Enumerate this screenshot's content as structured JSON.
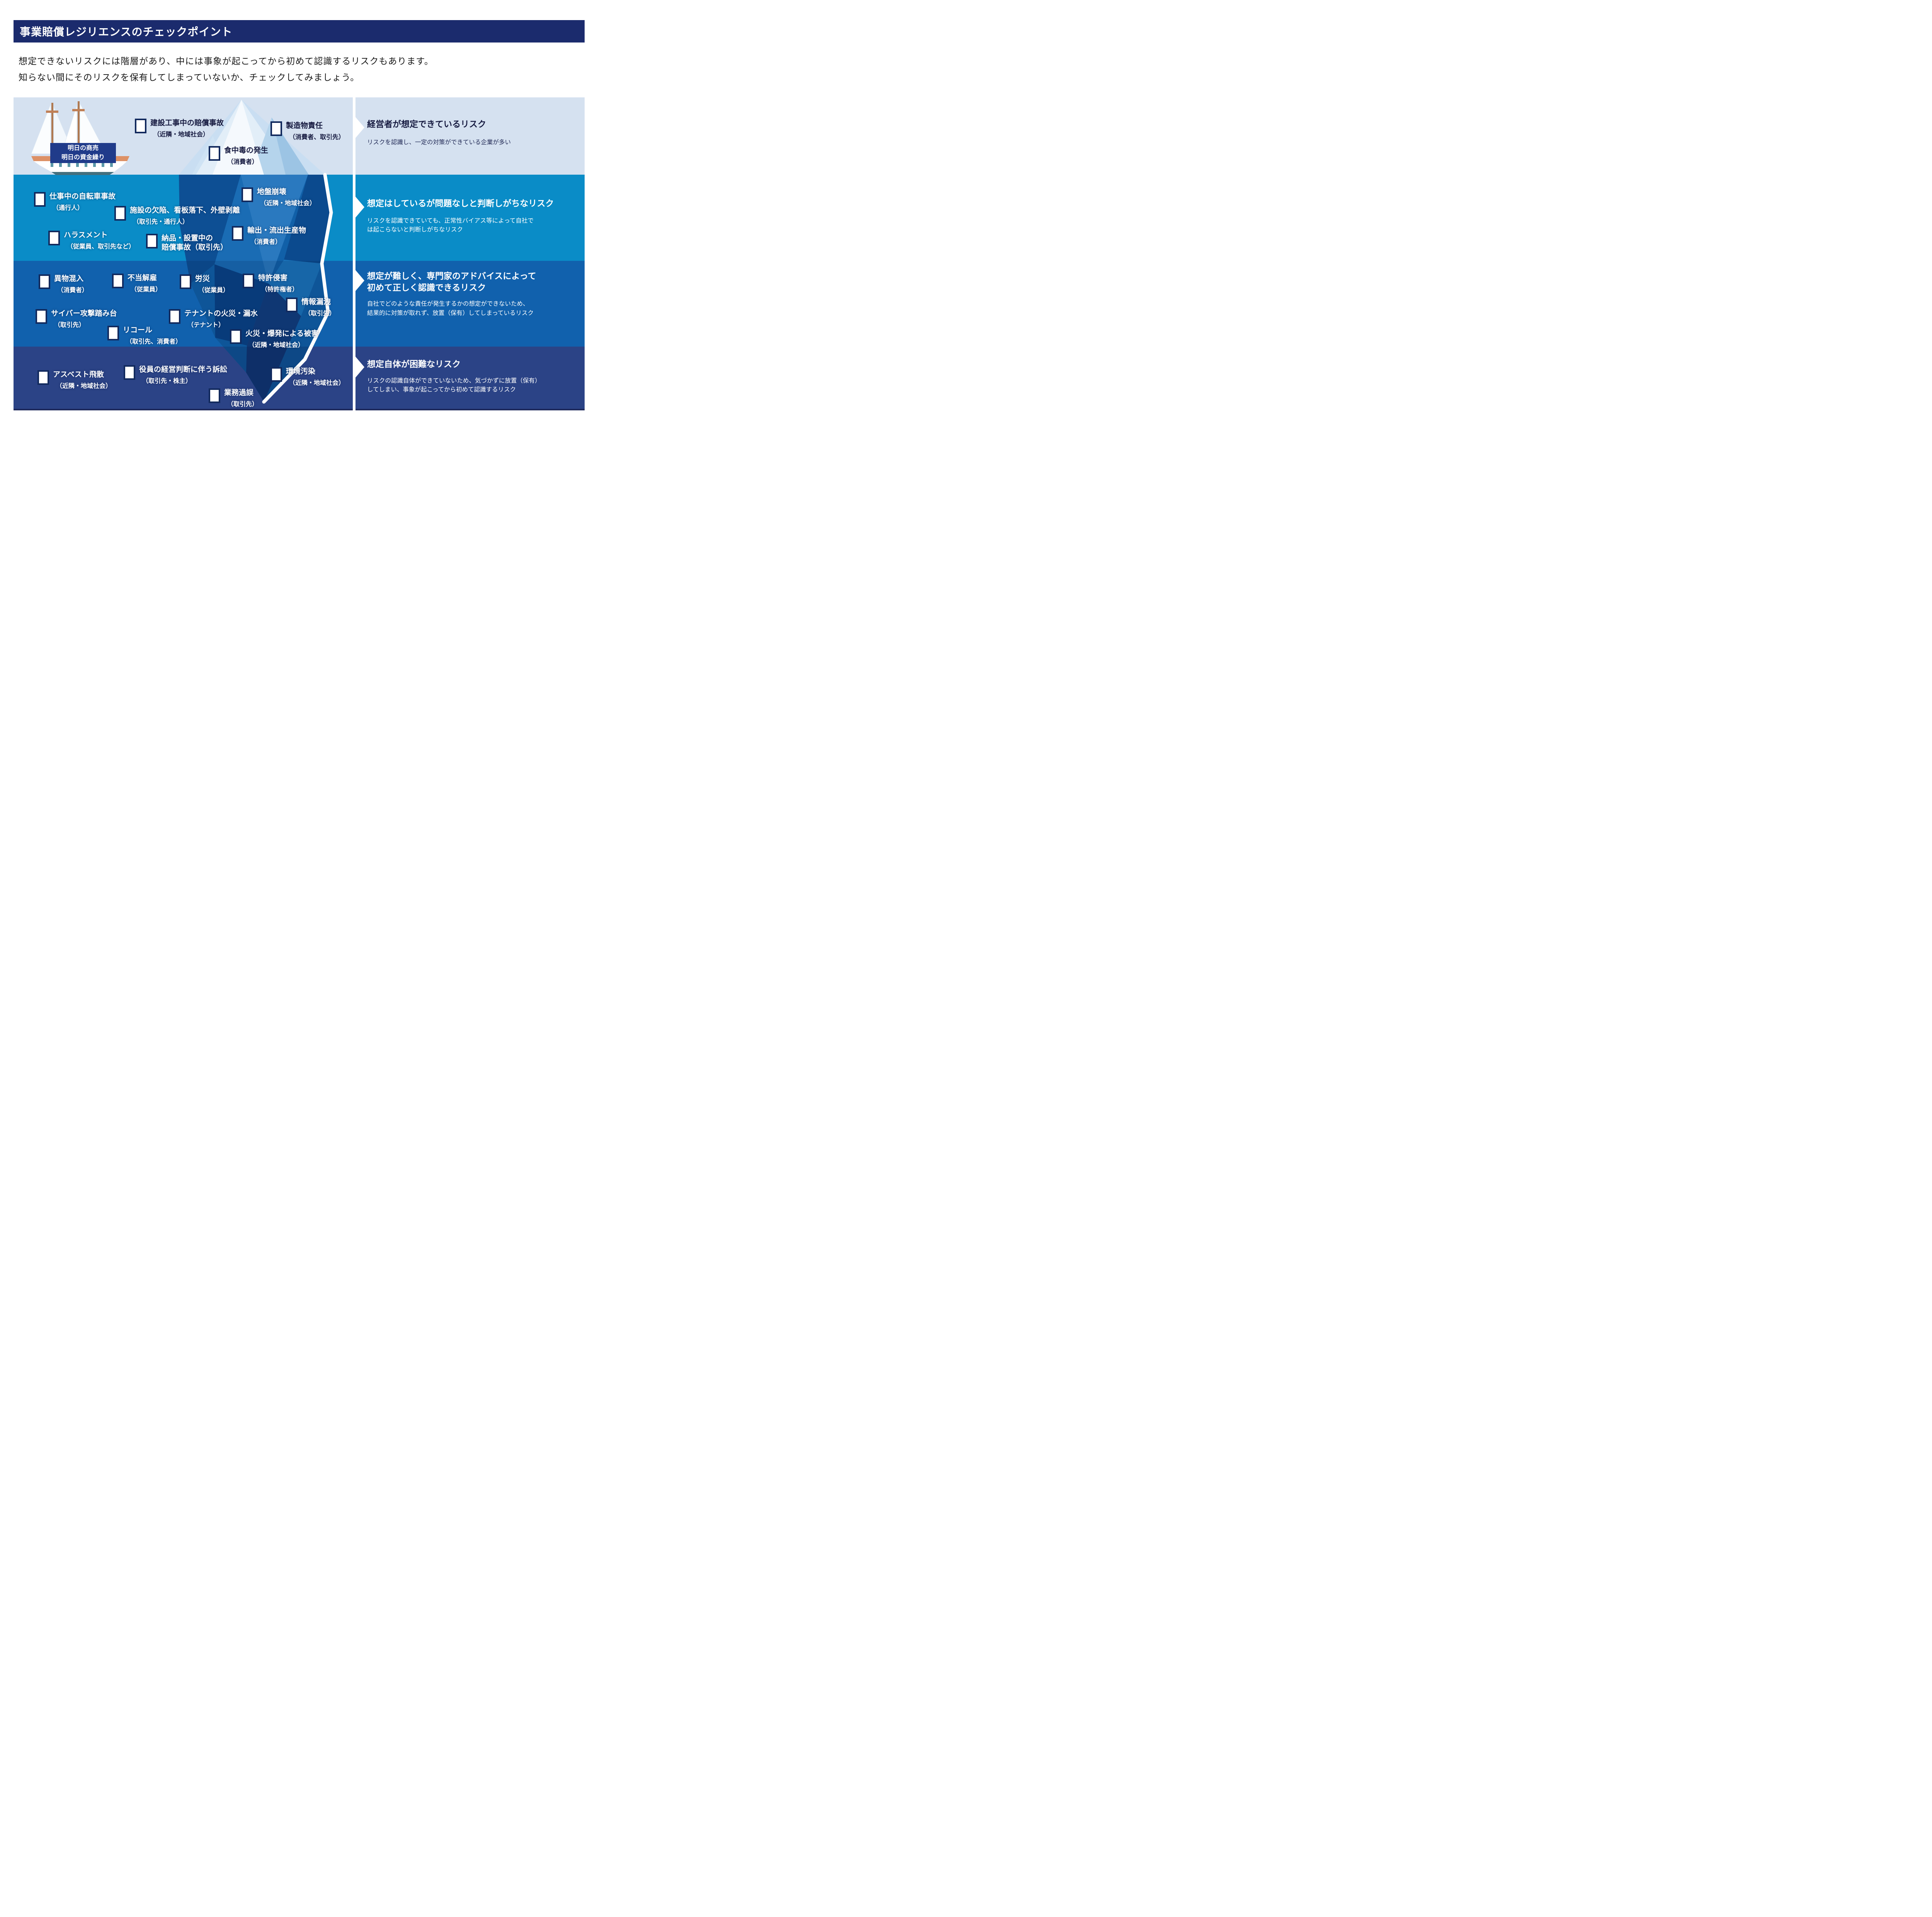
{
  "header": {
    "title": "事業賠償レジリエンスのチェックポイント"
  },
  "intro": {
    "line1": "想定できないリスクには階層があり、中には事象が起こってから初めて認識するリスクもあります。",
    "line2": "知らない間にそのリスクを保有してしまっていないか、チェックしてみましょう。"
  },
  "ship": {
    "banner_line1": "明日の商売",
    "banner_line2": "明日の資金繰り"
  },
  "colors": {
    "header_navy": "#1b2b6d",
    "band1_bg": "#d5e1f0",
    "band2_bg": "#0a8cc7",
    "band3_bg": "#1161ad",
    "band4_bg": "#2b4386",
    "checkbox_border": "#122a5e",
    "banner_navy": "#203b8a",
    "dark_text": "#161a40",
    "white": "#ffffff"
  },
  "diagram": {
    "bands": [
      {
        "level": "surface",
        "panel": {
          "title_lines": [
            "経営者が想定できているリスク"
          ],
          "desc_lines": [
            "リスクを認識し、一定の対策ができている企業が多い"
          ]
        },
        "items": [
          {
            "title": "建設工事中の賠償事故",
            "target": "（近隣・地域社会）"
          },
          {
            "title": "製造物責任",
            "target": "（消費者、取引先）"
          },
          {
            "title": "食中毒の発生",
            "target": "（消費者）"
          }
        ]
      },
      {
        "level": "shallow",
        "panel": {
          "title_lines": [
            "想定はしているが問題なしと判断しがちなリスク"
          ],
          "desc_lines": [
            "リスクを認識できていても、正常性バイアス等によって自社で",
            "は起こらないと判断しがちなリスク"
          ]
        },
        "items": [
          {
            "title": "仕事中の自転車事故",
            "target": "（通行人）"
          },
          {
            "title": "施設の欠陥、看板落下、外壁剥離",
            "target": "（取引先・通行人）"
          },
          {
            "title": "地盤崩壊",
            "target": "（近隣・地域社会）"
          },
          {
            "title": "ハラスメント",
            "target": "（従業員、取引先など）"
          },
          {
            "title": "納品・設置中の",
            "target": "賠償事故（取引先）"
          },
          {
            "title": "輸出・流出生産物",
            "target": "（消費者）"
          }
        ]
      },
      {
        "level": "deep",
        "panel": {
          "title_lines": [
            "想定が難しく、専門家のアドバイスによって",
            "初めて正しく認識できるリスク"
          ],
          "desc_lines": [
            "自社でどのような責任が発生するかの想定ができないため、",
            "結果的に対策が取れず、放置（保有）してしまっているリスク"
          ]
        },
        "items": [
          {
            "title": "異物混入",
            "target": "（消費者）"
          },
          {
            "title": "不当解雇",
            "target": "（従業員）"
          },
          {
            "title": "労災",
            "target": "（従業員）"
          },
          {
            "title": "特許侵害",
            "target": "（特許権者）"
          },
          {
            "title": "情報漏洩",
            "target": "（取引先）"
          },
          {
            "title": "サイバー攻撃踏み台",
            "target": "（取引先）"
          },
          {
            "title": "テナントの火災・漏水",
            "target": "（テナント）"
          },
          {
            "title": "リコール",
            "target": "（取引先、消費者）"
          },
          {
            "title": "火災・爆発による被害",
            "target": "（近隣・地域社会）"
          }
        ]
      },
      {
        "level": "deepest",
        "panel": {
          "title_lines": [
            "想定自体が困難なリスク"
          ],
          "desc_lines": [
            "リスクの認識自体ができていないため、気づかずに放置（保有）",
            "してしまい、事象が起こってから初めて認識するリスク"
          ]
        },
        "items": [
          {
            "title": "アスベスト飛散",
            "target": "（近隣・地域社会）"
          },
          {
            "title": "役員の経営判断に伴う訴訟",
            "target": "（取引先・株主）"
          },
          {
            "title": "環境汚染",
            "target": "（近隣・地域社会）"
          },
          {
            "title": "業務過誤",
            "target": "（取引先）"
          }
        ]
      }
    ]
  }
}
